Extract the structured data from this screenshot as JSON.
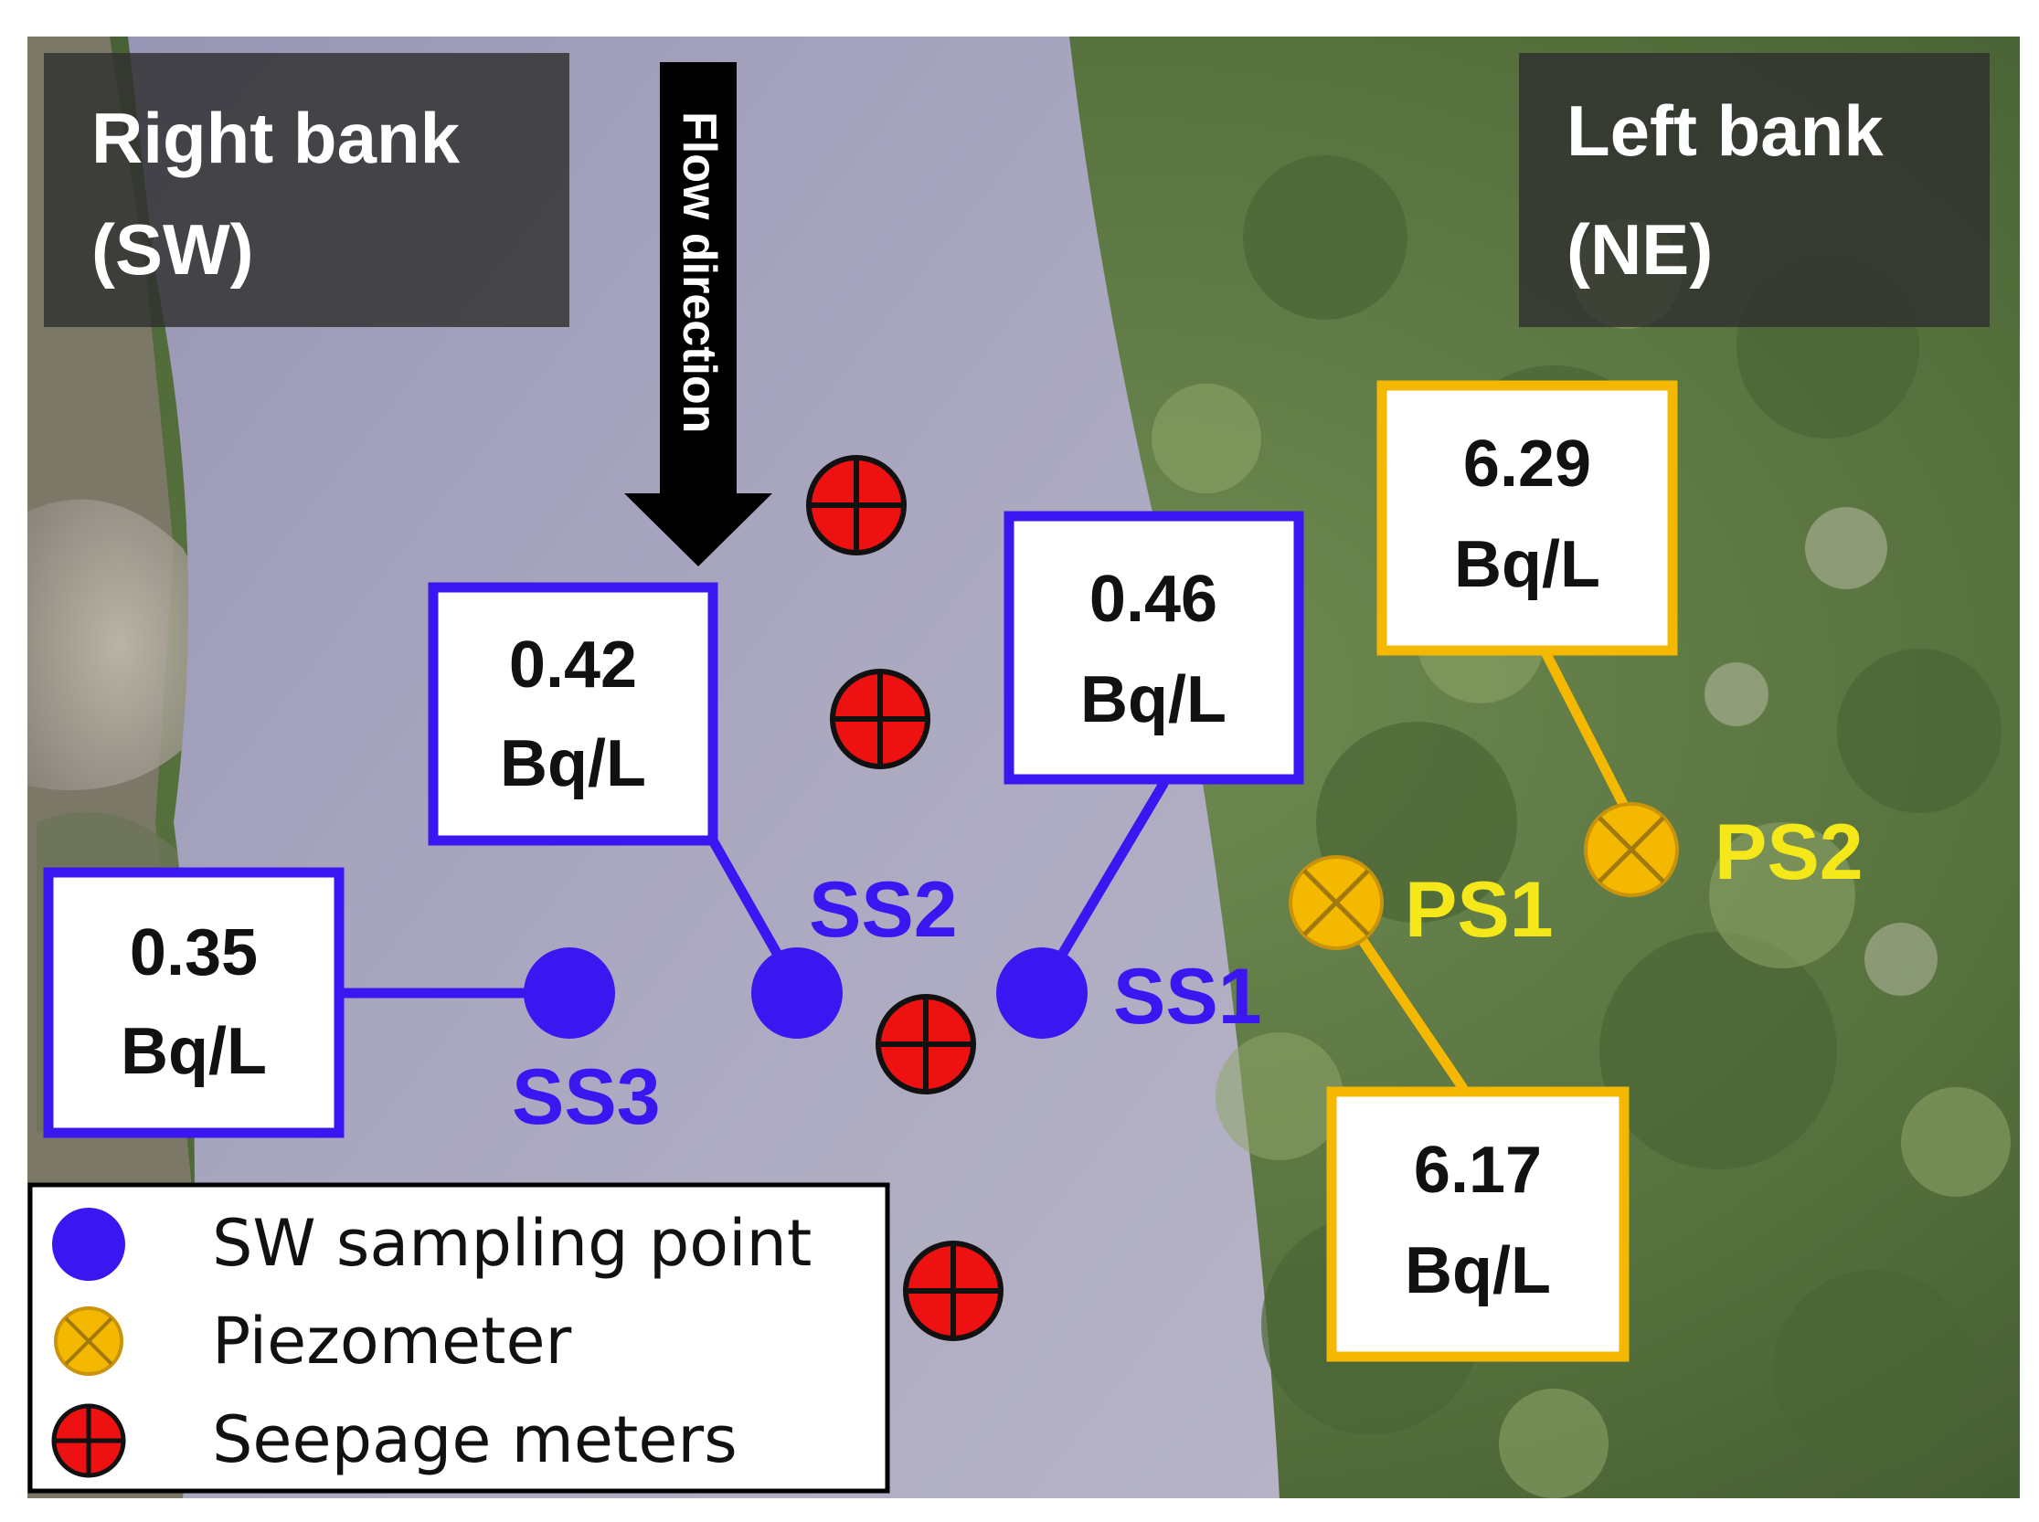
{
  "banks": {
    "right": {
      "line1": "Right bank",
      "line2": "(SW)"
    },
    "left": {
      "line1": "Left bank",
      "line2": "(NE)"
    }
  },
  "flow": {
    "label": "Flow direction"
  },
  "sites": {
    "ss1": {
      "code": "SS1",
      "value": "0.46",
      "unit": "Bq/L"
    },
    "ss2": {
      "code": "SS2",
      "value": "0.42",
      "unit": "Bq/L"
    },
    "ss3": {
      "code": "SS3",
      "value": "0.35",
      "unit": "Bq/L"
    },
    "ps1": {
      "code": "PS1",
      "value": "6.17",
      "unit": "Bq/L"
    },
    "ps2": {
      "code": "PS2",
      "value": "6.29",
      "unit": "Bq/L"
    }
  },
  "legend": {
    "items": [
      {
        "label": "SW sampling point",
        "icon": "blue-dot-icon"
      },
      {
        "label": "Piezometer",
        "icon": "piezometer-icon"
      },
      {
        "label": "Seepage meters",
        "icon": "seepage-meter-icon"
      }
    ]
  },
  "colors": {
    "sw_blue": "#3a17f0",
    "piezo_orange": "#f5b800",
    "ps_label_yellow": "#f5e81a",
    "seepage_red": "#ee1111",
    "water": "#a8a6bd",
    "vegetation": "#5f7a45"
  }
}
